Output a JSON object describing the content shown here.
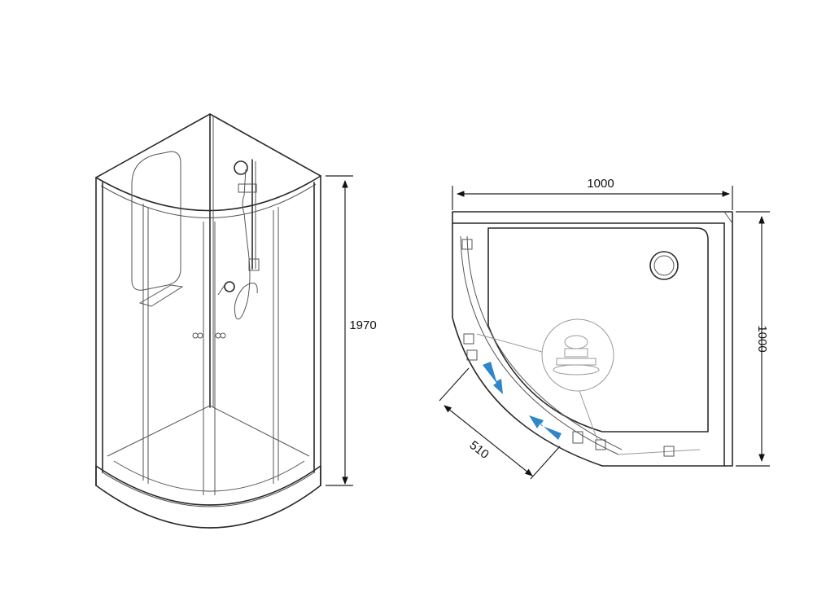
{
  "dimensions": {
    "height": "1970",
    "width": "1000",
    "depth": "1000",
    "door_radius": "510"
  },
  "colors": {
    "line": "#2a2a2a",
    "flow_arrow": "#2f86c8",
    "background": "#ffffff"
  }
}
